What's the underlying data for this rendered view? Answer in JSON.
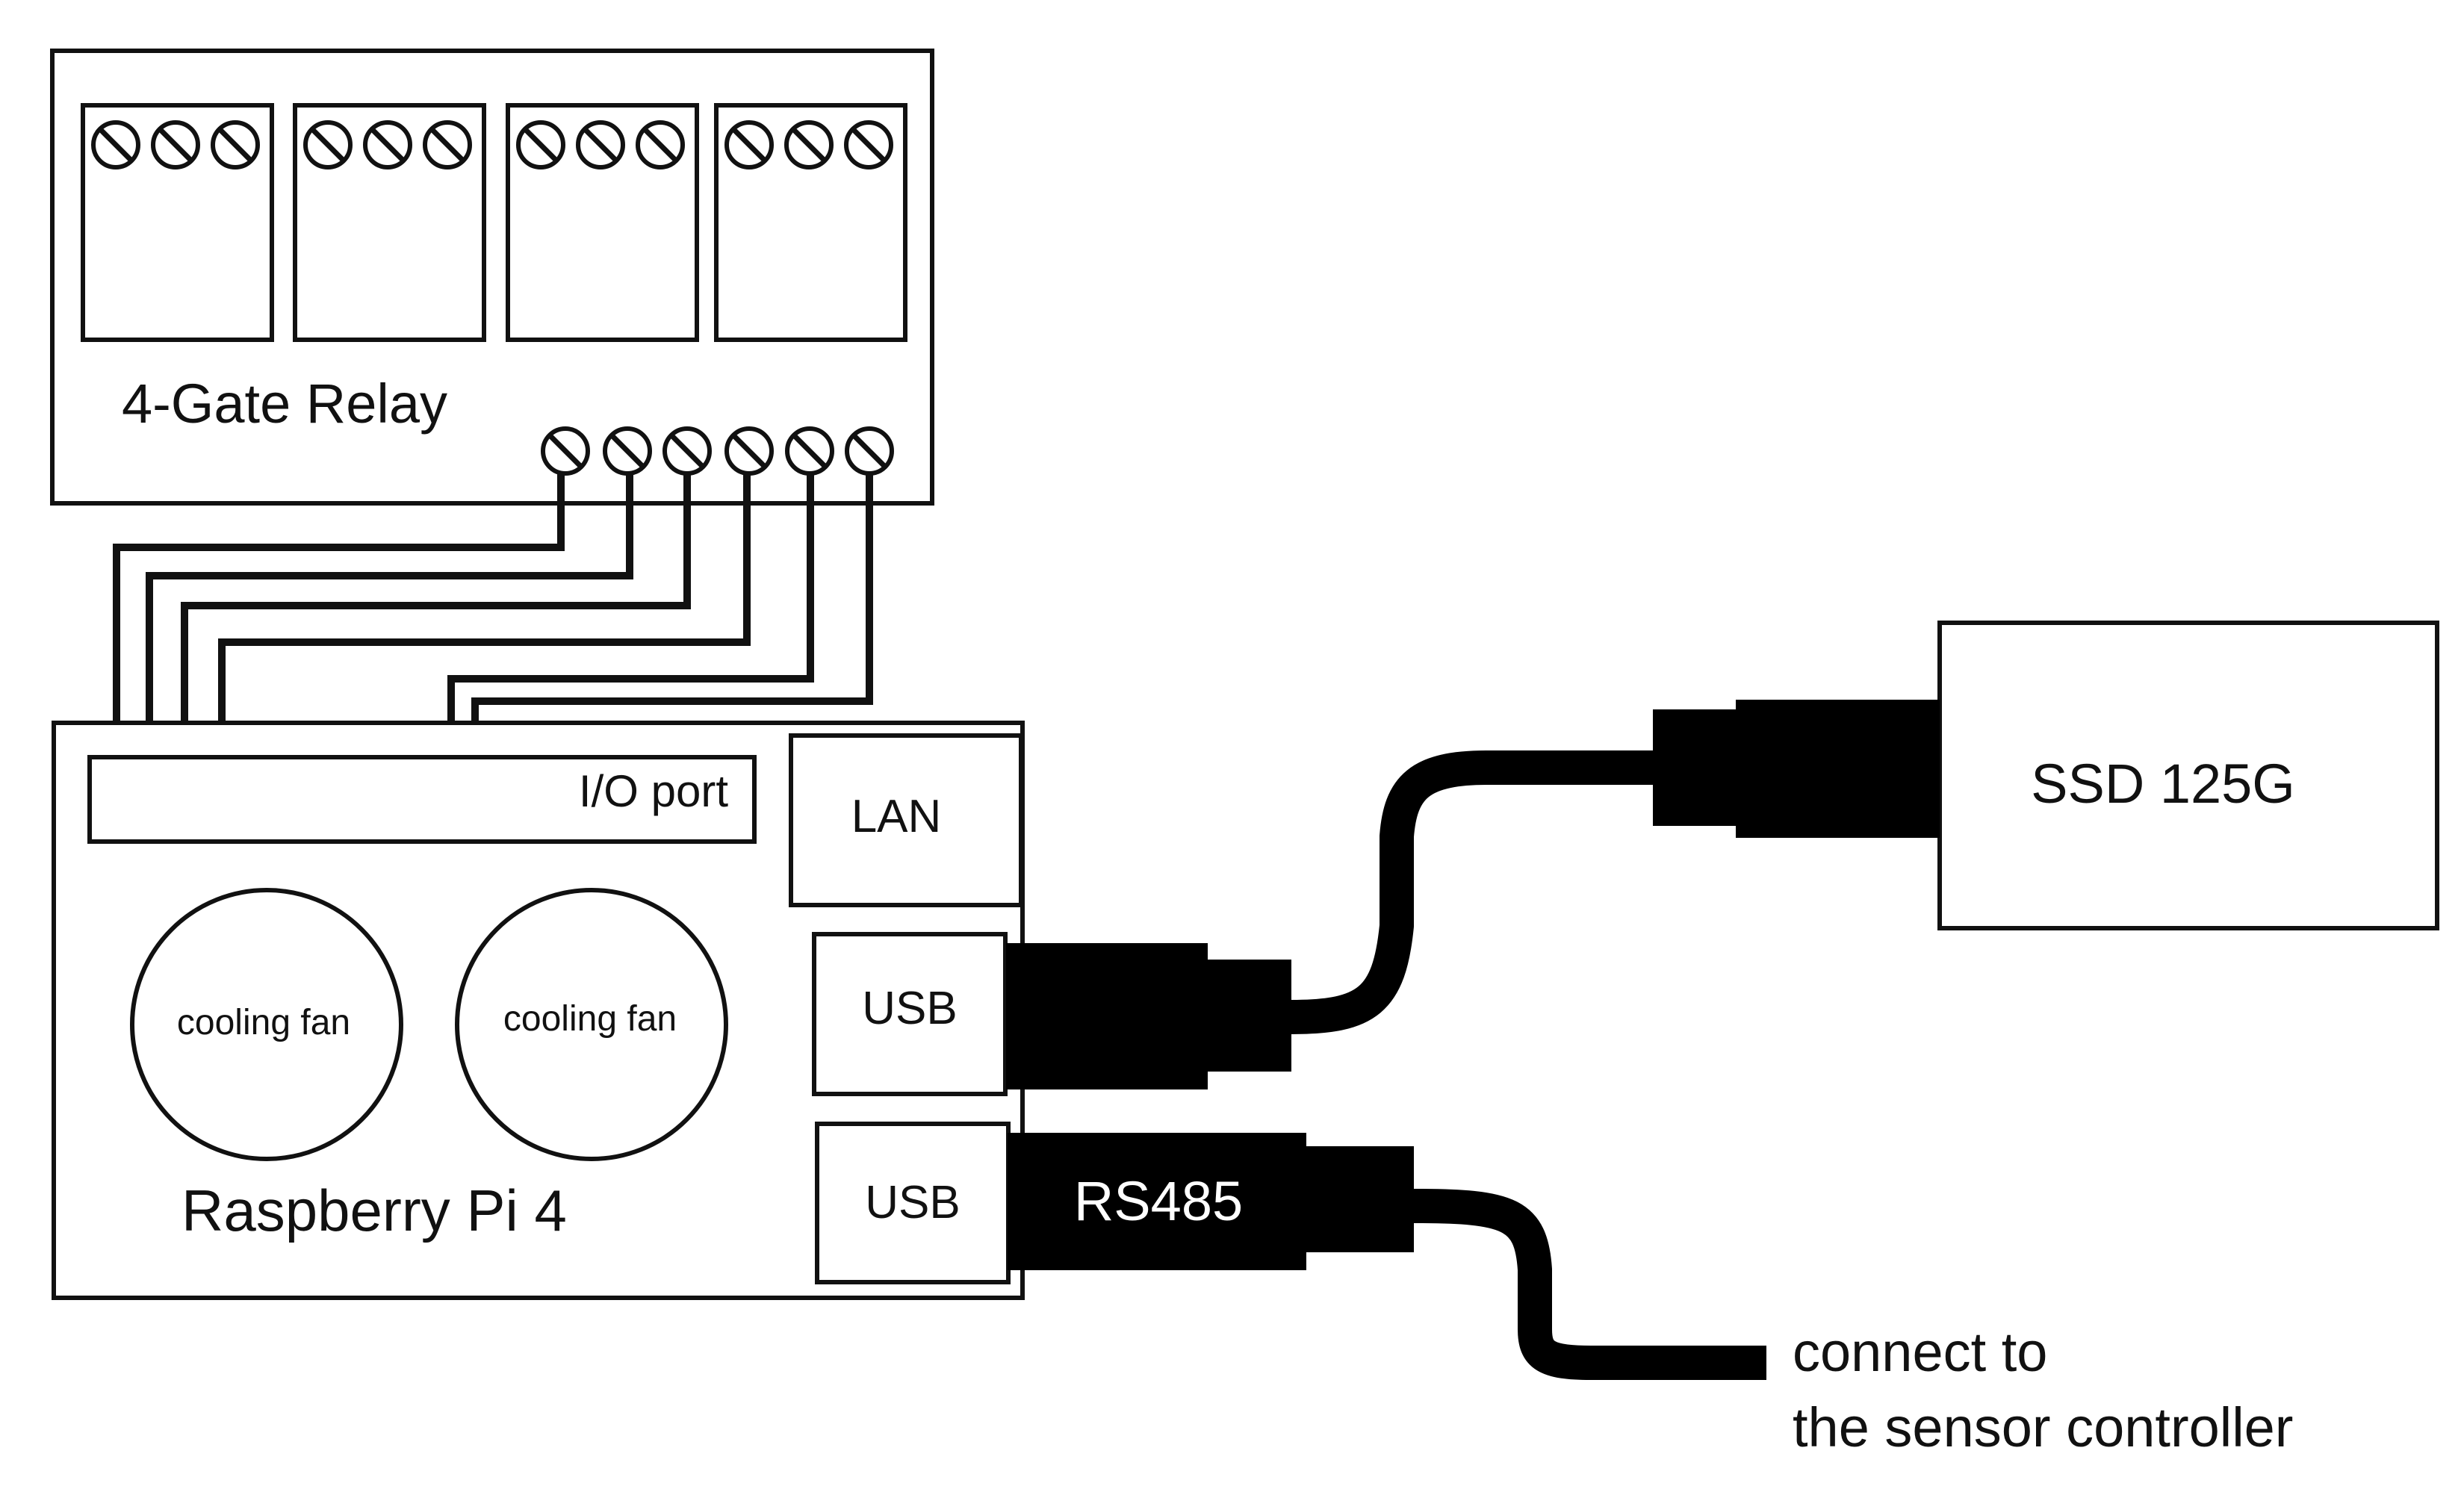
{
  "relay": {
    "label": "4-Gate Relay",
    "terminal_blocks": 4,
    "screws_per_block": 3,
    "bottom_screws": 6
  },
  "pi": {
    "label": "Raspberry Pi 4",
    "io_port_label": "I/O port",
    "lan_label": "LAN",
    "usb1_label": "USB",
    "usb2_label": "USB",
    "fan_left_label": "cooling fan",
    "fan_right_label": "cooling fan"
  },
  "ssd": {
    "label": "SSD 125G"
  },
  "rs485": {
    "label": "RS485"
  },
  "note": {
    "line1": "connect to",
    "line2": "the sensor controller"
  },
  "colors": {
    "ink": "#111111",
    "cable": "#000000",
    "background": "#ffffff"
  }
}
